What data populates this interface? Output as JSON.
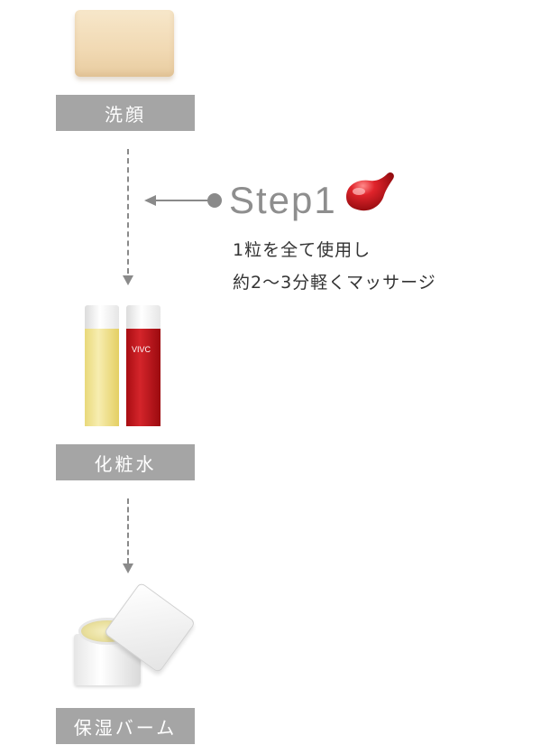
{
  "steps": {
    "cleansing": {
      "label": "洗顔"
    },
    "lotion": {
      "label": "化粧水"
    },
    "balm": {
      "label": "保湿バーム"
    }
  },
  "step1": {
    "title": "Step1",
    "line1": "1粒を全て使用し",
    "line2": "約2〜3分軽くマッサージ"
  },
  "products": {
    "red_bottle_logo": "VIVC"
  },
  "colors": {
    "label_bg": "#a5a5a5",
    "accent_red": "#c8161c",
    "connector": "#8a8a8a"
  },
  "icons": [
    "red-capsule-icon",
    "arrow-left-icon",
    "arrow-down-icon"
  ]
}
